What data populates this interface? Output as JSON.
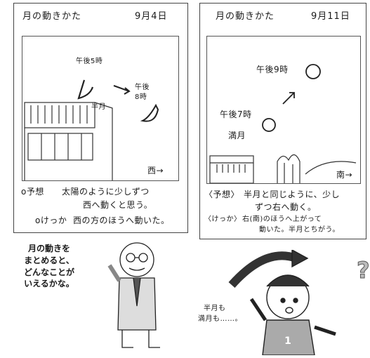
{
  "left_card": {
    "title": "月の動きかた",
    "date": "9月4日",
    "label_afternoon": "午後5時",
    "label_halfmoon": "半月",
    "label_afternoon2_line1": "午後",
    "label_afternoon2_line2": "8時",
    "direction": "西→",
    "prediction_label": "o予想",
    "prediction_line1": "太陽のように少しずつ",
    "prediction_line2": "西へ動くと思う。",
    "result_label": "oけっか",
    "result_text": "西の方のほうへ動いた。"
  },
  "right_card": {
    "title": "月の動きかた",
    "date": "9月11日",
    "label_9pm": "午後9時",
    "label_7pm": "午後7時",
    "label_fullmoon": "満月",
    "direction": "南→",
    "prediction_label": "〈予想〉",
    "prediction_line1": "半月と同じように、少し",
    "prediction_line2": "ずつ右へ動く。",
    "result_label": "〈けっか〉",
    "result_line1": "右(南)のほうへ上がって",
    "result_line2": "動いた。半月とちがう。"
  },
  "caption": {
    "line1": "月の動きを",
    "line2": "まとめると、",
    "line3": "どんなことが",
    "line4": "いえるかな。"
  },
  "boy_speech": {
    "line1": "半月も",
    "line2": "満月も……。"
  },
  "question_mark": "?",
  "jersey_number": "1"
}
